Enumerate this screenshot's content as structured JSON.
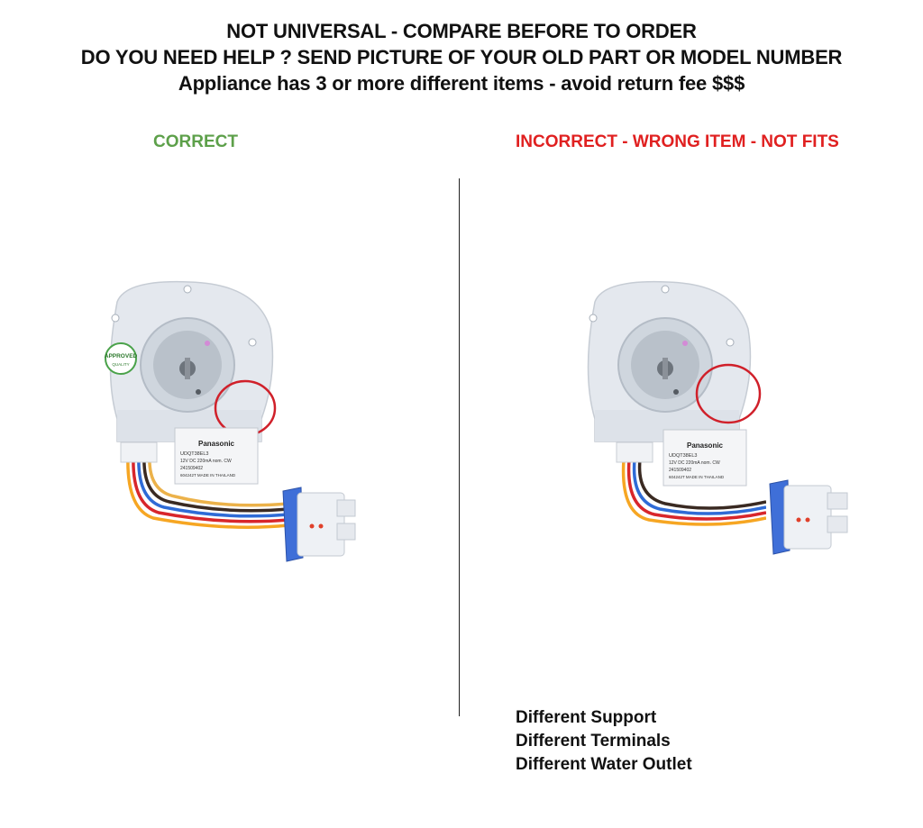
{
  "header": {
    "line1": "NOT UNIVERSAL - COMPARE BEFORE TO ORDER",
    "line2": "DO YOU NEED HELP ? SEND PICTURE OF YOUR OLD PART OR MODEL NUMBER",
    "line3": "Appliance has 3 or more different items  - avoid return fee $$$"
  },
  "labels": {
    "correct": "CORRECT",
    "incorrect": "INCORRECT - WRONG ITEM - NOT FITS"
  },
  "colors": {
    "correct": "#5da04a",
    "incorrect": "#e02020",
    "circle": "#d0202a"
  },
  "product": {
    "brand": "Panasonic",
    "model": "UDQT38EL3",
    "spec": "12V DC  220mA  nom. CW",
    "code1": "241509402",
    "code2": "604242T  MADE IN THAILAND",
    "stamp_top": "APPROVED",
    "stamp_bottom": "QUALITY"
  },
  "differences": [
    "Different Support",
    "Different Terminals",
    "Different Water Outlet"
  ]
}
